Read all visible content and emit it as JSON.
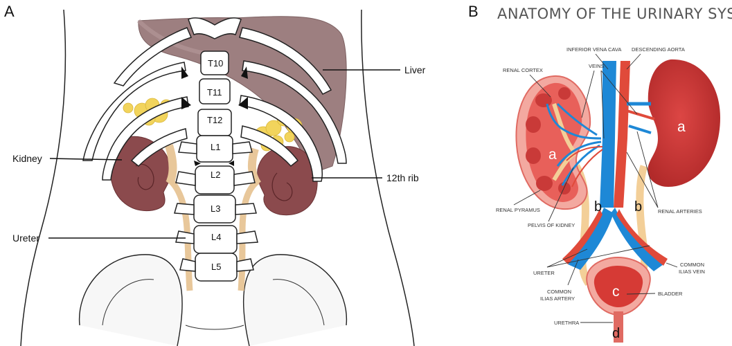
{
  "panel_a": {
    "letter": "A",
    "labels": {
      "liver": "Liver",
      "kidney": "Kidney",
      "rib12": "12th rib",
      "ureter": "Ureter"
    },
    "vertebrae": [
      "T10",
      "T11",
      "T12",
      "L1",
      "L2",
      "L3",
      "L4",
      "L5"
    ]
  },
  "panel_b": {
    "letter": "B",
    "title": "ANATOMY OF THE URINARY SYSTEM",
    "labels": {
      "ivc": "INFERIOR VENA CAVA",
      "aorta": "DESCENDING AORTA",
      "cortex": "RENAL CORTEX",
      "veins": "VEINS",
      "pyramus": "RENAL PYRAMUS",
      "pelvis": "PELVIS OF KIDNEY",
      "arteries": "RENAL ARTERIES",
      "ureter": "URETER",
      "iliac_vein_1": "COMMON",
      "iliac_vein_2": "ILIAS VEIN",
      "iliac_artery_1": "COMMON",
      "iliac_artery_2": "ILIAS ARTERY",
      "bladder": "BLADDER",
      "urethra": "URETHRA"
    },
    "markers": {
      "a": "a",
      "b": "b",
      "c": "c",
      "d": "d"
    }
  },
  "colors": {
    "liver": "#9d7f80",
    "kidney_a": "#8b4a4d",
    "fat": "#f2d45c",
    "ureter_a": "#e8c79a",
    "kidney_b": "#c9302f",
    "vein": "#1e88d6",
    "artery": "#e04a3a",
    "ureter_b": "#f3cf98",
    "bladder": "#d63a35"
  }
}
